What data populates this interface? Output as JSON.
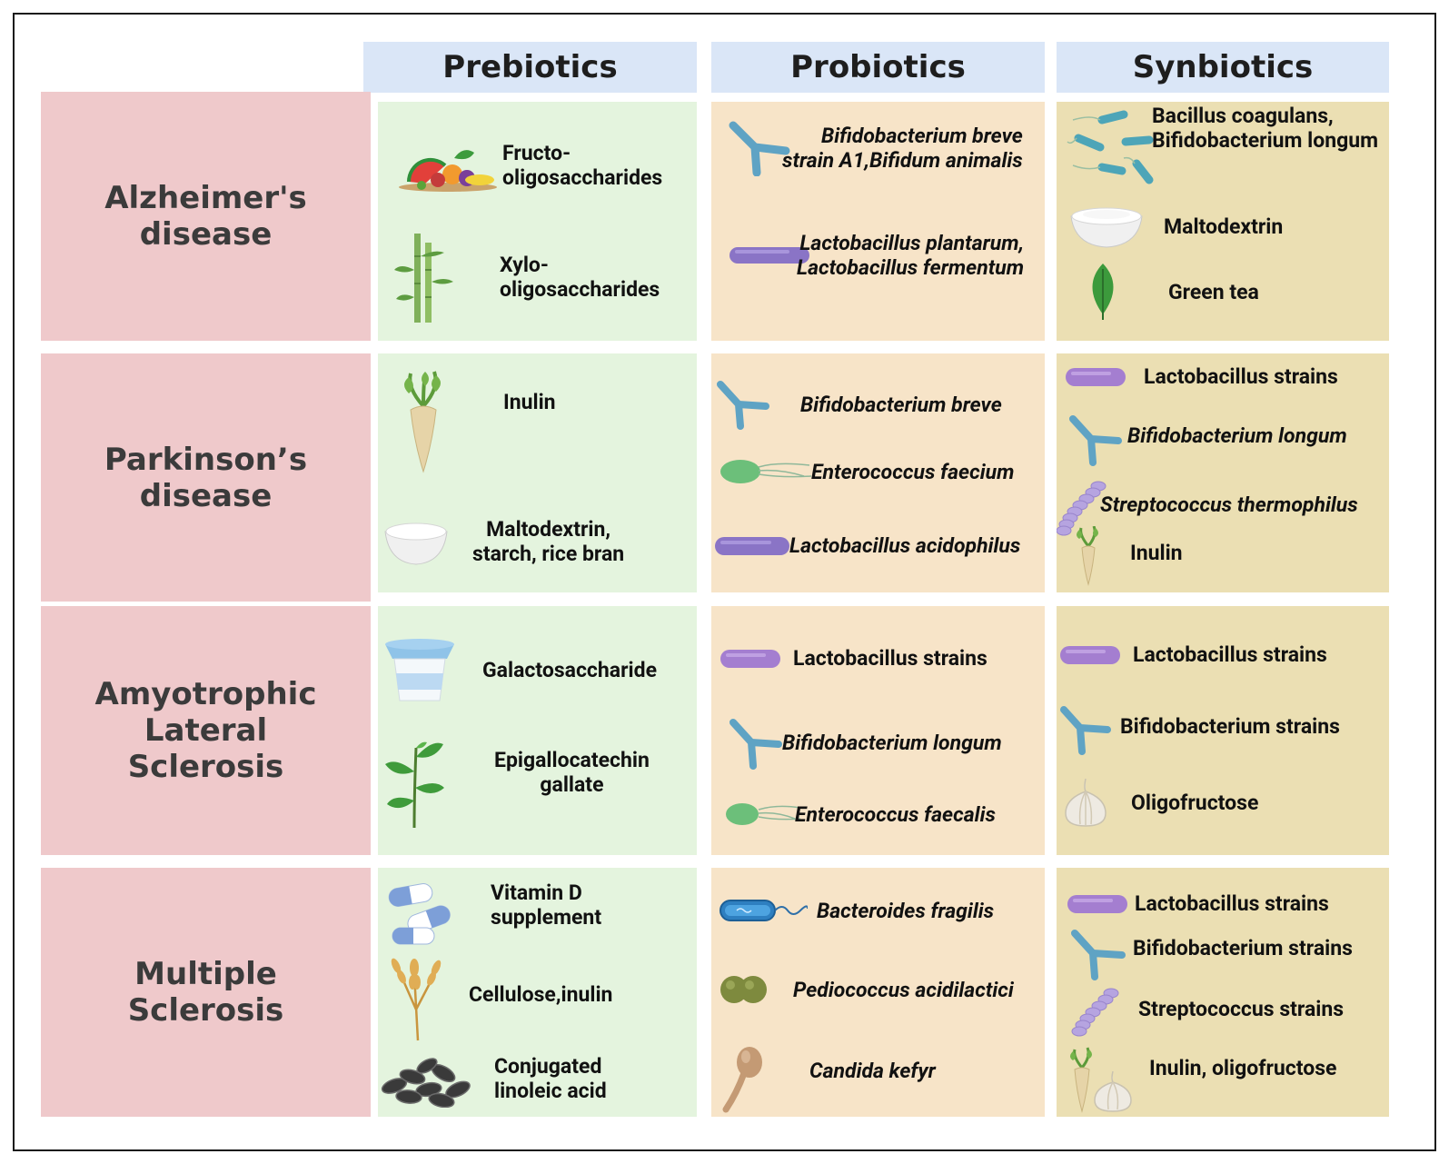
{
  "columns": [
    "Prebiotics",
    "Probiotics",
    "Synbiotics"
  ],
  "rows": [
    {
      "disease": "Alzheimer's\ndisease",
      "prebiotics": [
        {
          "label": "Fructo-\noligosaccharides",
          "icon": "fruit-vegetables-icon"
        },
        {
          "label": "Xylo-\noligosaccharides",
          "icon": "bamboo-icon"
        }
      ],
      "probiotics": [
        {
          "label": "Bifidobacterium breve\nstrain A1,Bifidum animalis",
          "icon": "bifidobacterium-icon"
        },
        {
          "label": "Lactobacillus plantarum,\nLactobacillus fermentum",
          "icon": "lactobacillus-icon"
        }
      ],
      "synbiotics": [
        {
          "label": "Bacillus coagulans,\nBifidobacterium longum",
          "icon": "bacillus-icon"
        },
        {
          "label": "Maltodextrin",
          "icon": "powder-bowl-icon"
        },
        {
          "label": "Green tea",
          "icon": "leaf-icon"
        }
      ]
    },
    {
      "disease": "Parkinson’s\ndisease",
      "prebiotics": [
        {
          "label": "Inulin",
          "icon": "chicory-root-icon"
        },
        {
          "label": "Maltodextrin,\nstarch, rice bran",
          "icon": "powder-bowl-icon"
        }
      ],
      "probiotics": [
        {
          "label": "Bifidobacterium breve",
          "icon": "bifidobacterium-icon"
        },
        {
          "label": "Enterococcus faecium",
          "icon": "enterococcus-icon"
        },
        {
          "label": "Lactobacillus acidophilus",
          "icon": "lactobacillus-icon"
        }
      ],
      "synbiotics": [
        {
          "label": "Lactobacillus strains",
          "icon": "lactobacillus-icon"
        },
        {
          "label": "Bifidobacterium longum",
          "icon": "bifidobacterium-icon"
        },
        {
          "label": "Streptococcus thermophilus",
          "icon": "streptococcus-icon"
        },
        {
          "label": "Inulin",
          "icon": "chicory-root-icon"
        }
      ]
    },
    {
      "disease": "Amyotrophic\nLateral\nSclerosis",
      "prebiotics": [
        {
          "label": "Galactosaccharide",
          "icon": "yogurt-cup-icon"
        },
        {
          "label": "Epigallocatechin\ngallate",
          "icon": "tea-plant-icon"
        }
      ],
      "probiotics": [
        {
          "label": "Lactobacillus strains",
          "icon": "lactobacillus-icon"
        },
        {
          "label": "Bifidobacterium longum",
          "icon": "bifidobacterium-icon"
        },
        {
          "label": "Enterococcus faecalis",
          "icon": "enterococcus-icon"
        }
      ],
      "synbiotics": [
        {
          "label": "Lactobacillus strains",
          "icon": "lactobacillus-icon"
        },
        {
          "label": "Bifidobacterium strains",
          "icon": "bifidobacterium-icon"
        },
        {
          "label": "Oligofructose",
          "icon": "garlic-icon"
        }
      ]
    },
    {
      "disease": "Multiple\nSclerosis",
      "prebiotics": [
        {
          "label": "Vitamin D\nsupplement",
          "icon": "capsules-icon"
        },
        {
          "label": "Cellulose,inulin",
          "icon": "wheat-icon"
        },
        {
          "label": "Conjugated\nlinoleic acid",
          "icon": "sunflower-seeds-icon"
        }
      ],
      "probiotics": [
        {
          "label": "Bacteroides fragilis",
          "icon": "bacteroides-icon"
        },
        {
          "label": "Pediococcus acidilactici",
          "icon": "pediococcus-icon"
        },
        {
          "label": "Candida kefyr",
          "icon": "candida-icon"
        }
      ],
      "synbiotics": [
        {
          "label": "Lactobacillus strains",
          "icon": "lactobacillus-icon"
        },
        {
          "label": "Bifidobacterium strains",
          "icon": "bifidobacterium-icon"
        },
        {
          "label": "Streptococcus strains",
          "icon": "streptococcus-icon"
        },
        {
          "label": "Inulin, oligofructose",
          "icon": "chicory-garlic-icon"
        }
      ]
    }
  ],
  "colors": {
    "header": "#dae6f7",
    "disease": "#efc9cb",
    "prebiotics": "#e4f4de",
    "probiotics": "#f7e4c8",
    "synbiotics": "#ebdfb3"
  }
}
